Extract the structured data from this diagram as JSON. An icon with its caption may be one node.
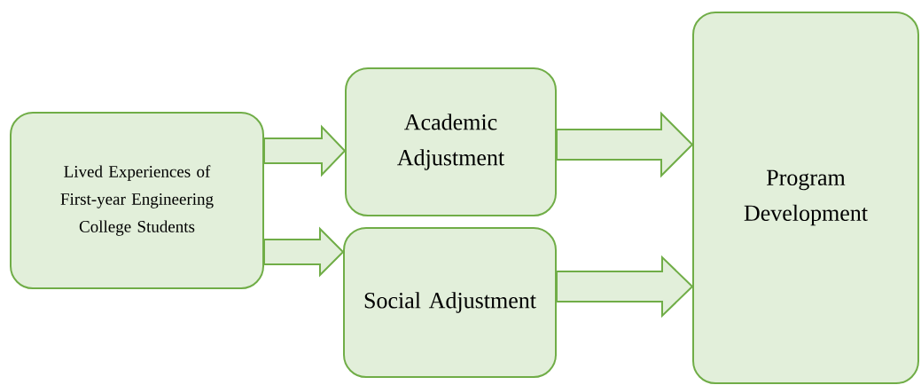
{
  "diagram": {
    "nodes": [
      {
        "text": [
          "Lived Experiences of First-year Engineering College Students"
        ]
      },
      {
        "text": [
          "Academic Adjustment"
        ]
      },
      {
        "text": [
          "Social Adjustment"
        ]
      },
      {
        "text": [
          "Program Development"
        ]
      }
    ],
    "edges": [
      {
        "from": 0,
        "to": 1,
        "arrow": "to"
      },
      {
        "from": 0,
        "to": 2,
        "arrow": "to"
      },
      {
        "from": 1,
        "to": 3,
        "arrow": "to"
      },
      {
        "from": 2,
        "to": 3,
        "arrow": "to"
      }
    ]
  }
}
